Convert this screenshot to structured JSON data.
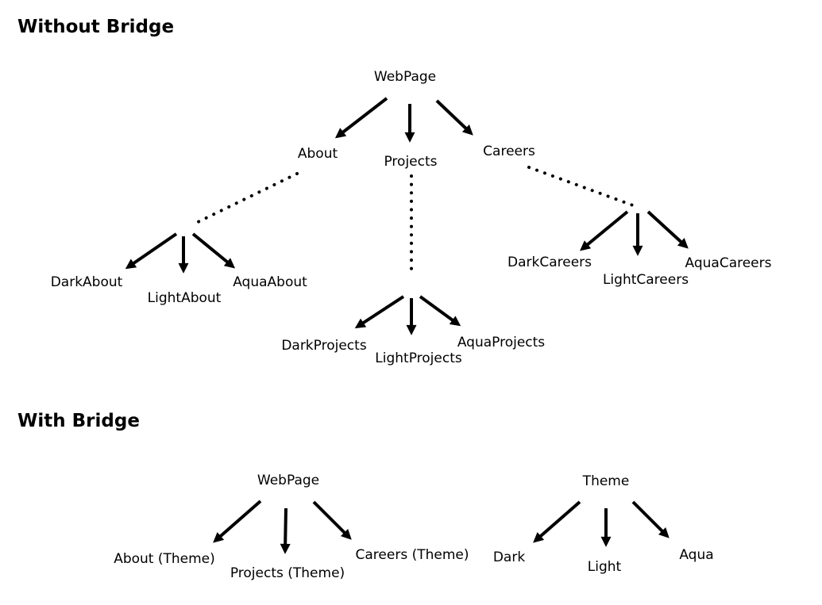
{
  "colors": {
    "background": "#ffffff",
    "ink": "#000000"
  },
  "sections": {
    "without_bridge": {
      "title": "Without Bridge",
      "root": "WebPage",
      "children": {
        "about": "About",
        "projects": "Projects",
        "careers": "Careers"
      },
      "leaves": {
        "dark_about": "DarkAbout",
        "light_about": "LightAbout",
        "aqua_about": "AquaAbout",
        "dark_projects": "DarkProjects",
        "light_projects": "LightProjects",
        "aqua_projects": "AquaProjects",
        "dark_careers": "DarkCareers",
        "light_careers": "LightCareers",
        "aqua_careers": "AquaCareers"
      }
    },
    "with_bridge": {
      "title": "With Bridge",
      "webpage_tree": {
        "root": "WebPage",
        "children": {
          "about": "About (Theme)",
          "projects": "Projects (Theme)",
          "careers": "Careers (Theme)"
        }
      },
      "theme_tree": {
        "root": "Theme",
        "children": {
          "dark": "Dark",
          "light": "Light",
          "aqua": "Aqua"
        }
      }
    }
  }
}
